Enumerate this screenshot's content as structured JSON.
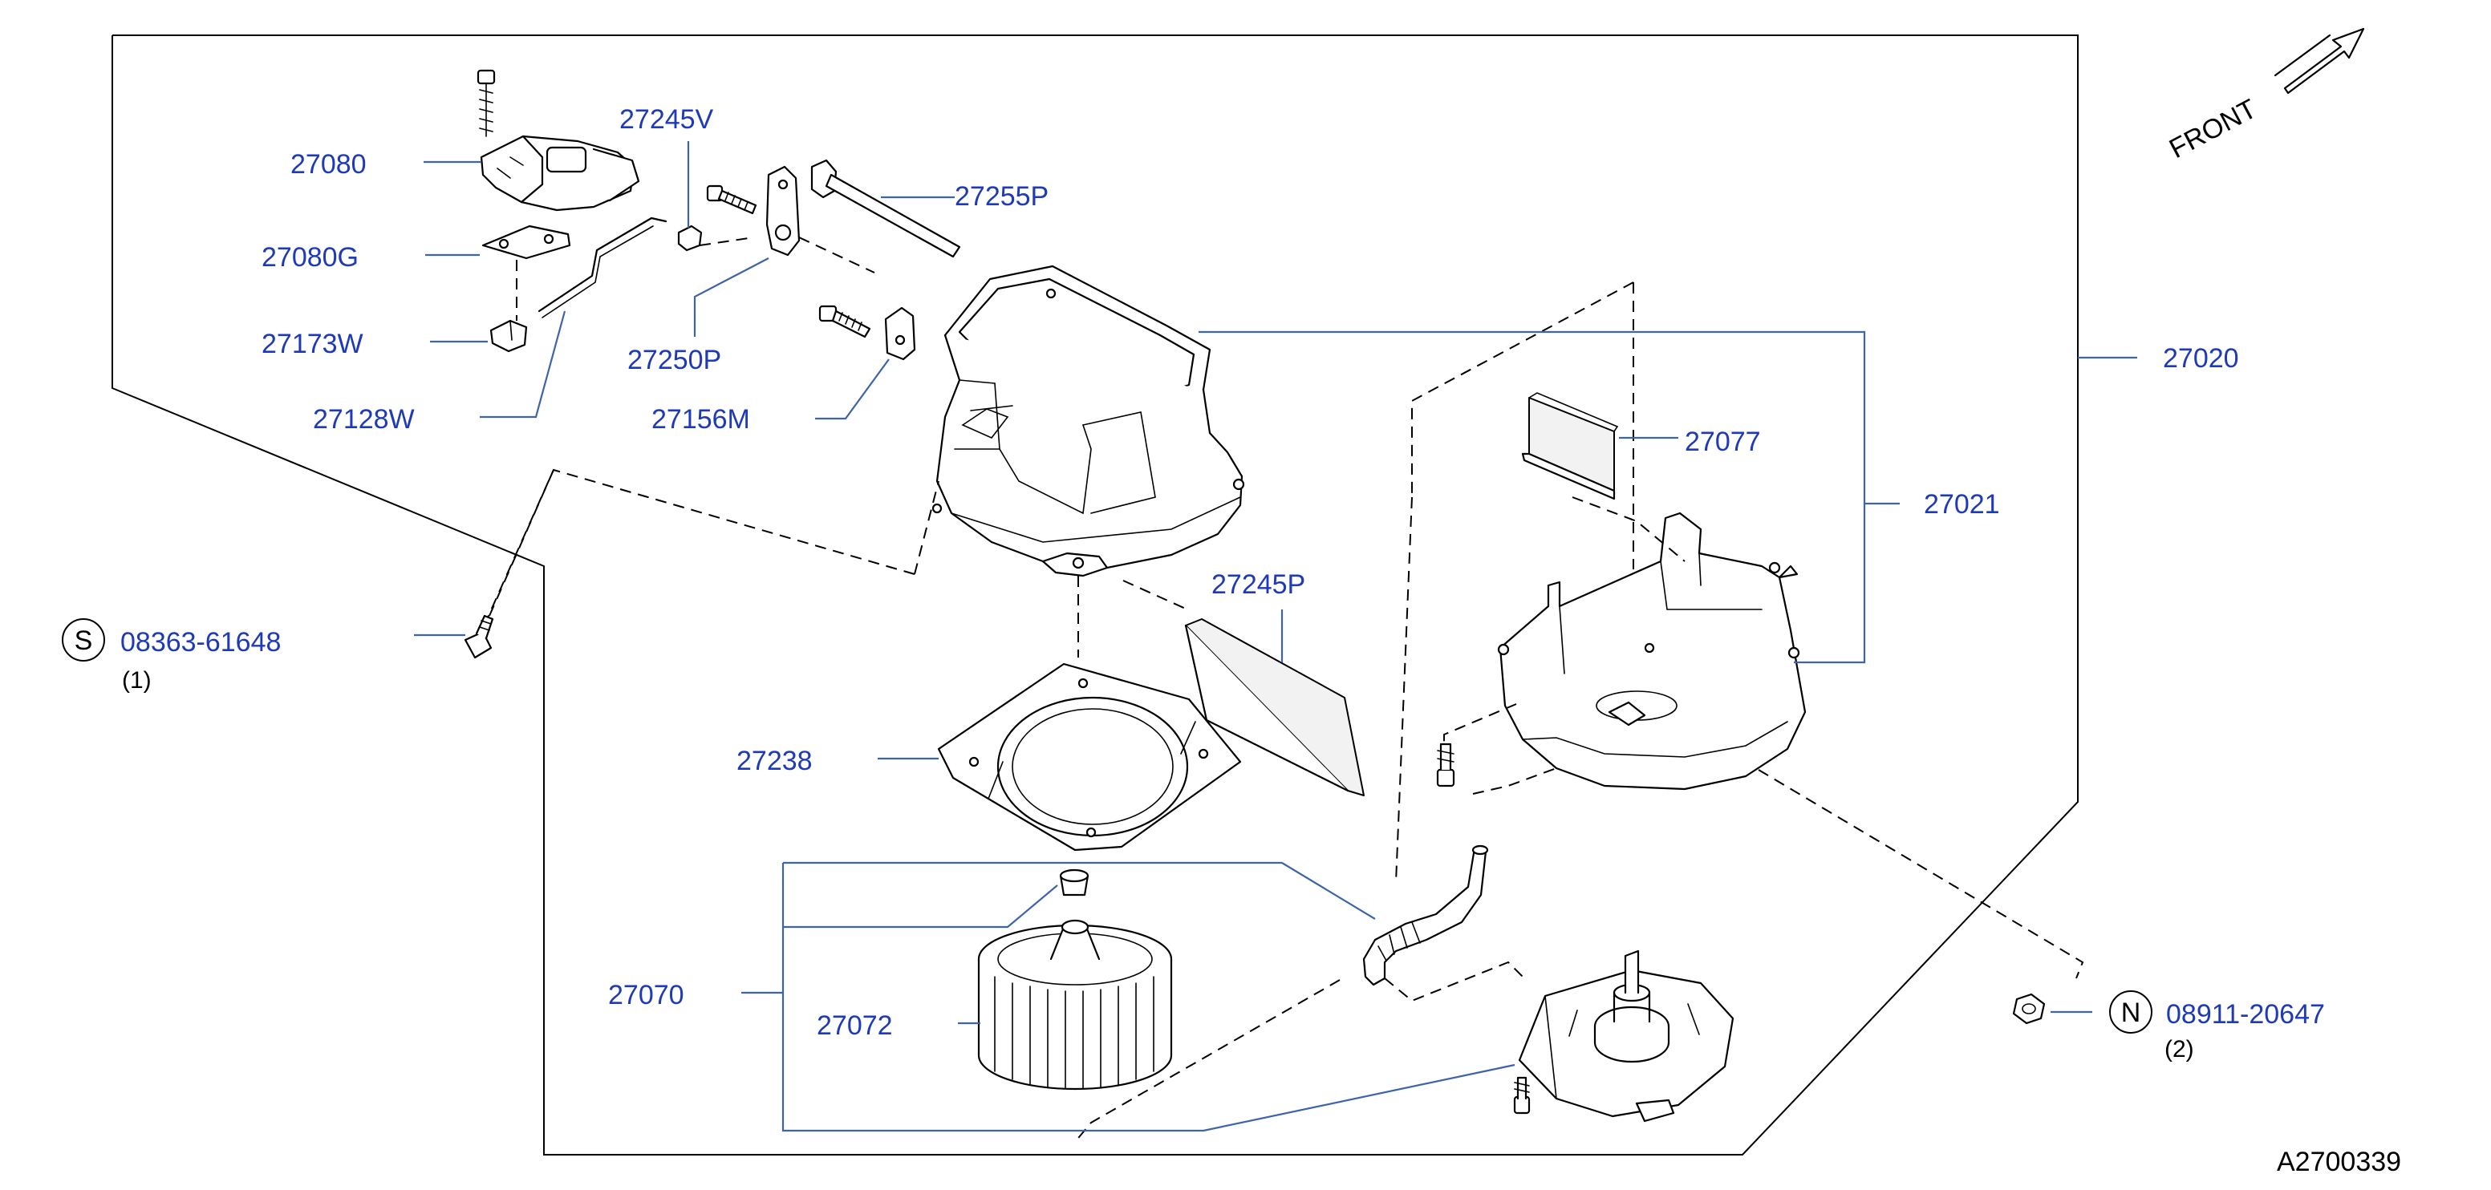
{
  "diagram": {
    "front_label": "FRONT",
    "reference_code": "A2700339",
    "parts": {
      "p27080": "27080",
      "p27080G": "27080G",
      "p27173W": "27173W",
      "p27128W": "27128W",
      "p27245V": "27245V",
      "p27255P": "27255P",
      "p27250P": "27250P",
      "p27156M": "27156M",
      "p27020": "27020",
      "p27077": "27077",
      "p27021": "27021",
      "p27245P": "27245P",
      "p27238": "27238",
      "p27070": "27070",
      "p27072": "27072"
    },
    "fasteners": {
      "screw": {
        "symbol": "S",
        "number": "08363-61648",
        "qty": "(1)"
      },
      "nut": {
        "symbol": "N",
        "number": "08911-20647",
        "qty": "(2)"
      }
    }
  }
}
